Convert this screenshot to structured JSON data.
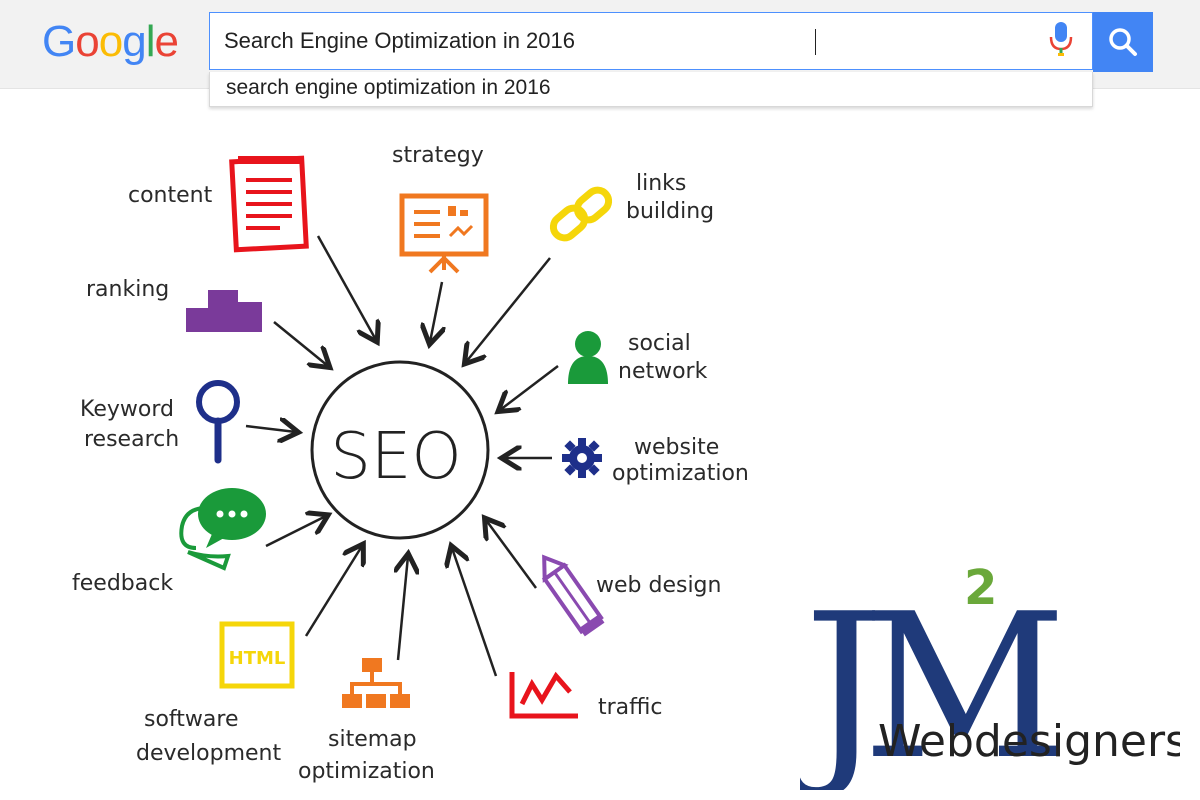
{
  "search": {
    "logo": [
      "G",
      "o",
      "o",
      "g",
      "l",
      "e"
    ],
    "logo_colors": [
      "#4285f4",
      "#ea4335",
      "#fbbc05",
      "#4285f4",
      "#34a853",
      "#ea4335"
    ],
    "query": "Search Engine Optimization in 2016",
    "suggestion": "search engine optimization in 2016"
  },
  "diagram": {
    "center": "SEO",
    "nodes": {
      "content": "content",
      "strategy": "strategy",
      "links_1": "links",
      "links_2": "building",
      "ranking": "ranking",
      "social_1": "social",
      "social_2": "network",
      "keyword_1": "Keyword",
      "keyword_2": "research",
      "website_1": "website",
      "website_2": "optimization",
      "feedback": "feedback",
      "webdesign": "web design",
      "software_1": "software",
      "software_2": "development",
      "sitemap_1": "sitemap",
      "sitemap_2": "optimization",
      "traffic": "traffic",
      "html_tag": "HTML"
    }
  },
  "brand": {
    "letters": "JM",
    "superscript": "2",
    "name": "Webdesigners"
  },
  "colors": {
    "blue_button": "#4285f4",
    "content_red": "#e8141c",
    "strategy_orange": "#f07820",
    "links_yellow": "#f5d60a",
    "ranking_purple": "#7a3a9a",
    "social_green": "#1a9a3a",
    "keyword_blue": "#1e2f8a",
    "gear_navy": "#1e2f8a",
    "feedback_green": "#1a9a3a",
    "pencil_purple": "#8a4ab0",
    "html_yellow": "#f5d60a",
    "sitemap_orange": "#f07820",
    "traffic_red": "#e8141c",
    "brand_navy": "#1f3a7a",
    "brand_green": "#6aa83a"
  }
}
